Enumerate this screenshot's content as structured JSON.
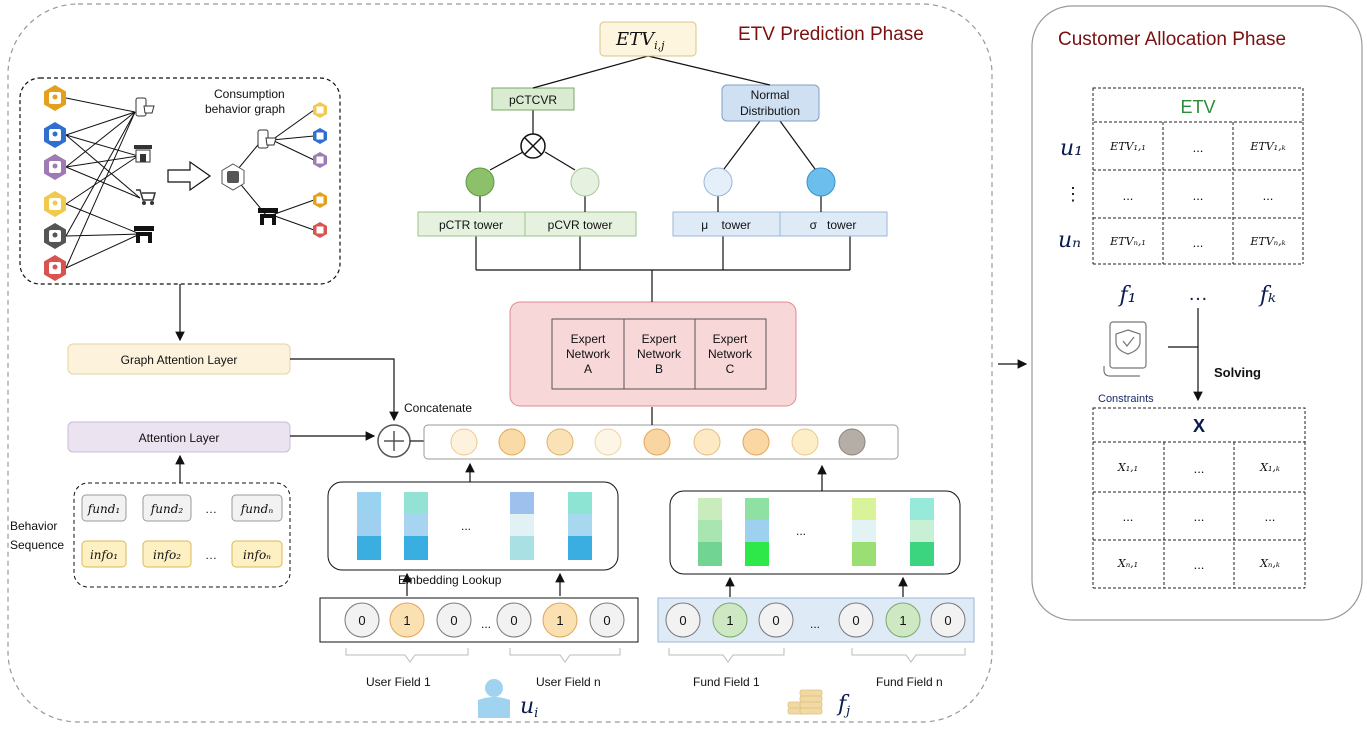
{
  "phases": {
    "etv_prediction": "ETV Prediction Phase",
    "customer_allocation": "Customer Allocation Phase"
  },
  "graph": {
    "title_line1": "Consumption",
    "title_line2": "behavior graph"
  },
  "layers": {
    "graph_attention": "Graph Attention Layer",
    "attention": "Attention Layer",
    "concatenate": "Concatenate"
  },
  "behavior": {
    "label_line1": "Behavior",
    "label_line2": "Sequence",
    "fund_row": [
      "fund₁",
      "fund₂",
      "…",
      "fundₙ"
    ],
    "info_row": [
      "info₁",
      "info₂",
      "…",
      "infoₙ"
    ]
  },
  "top": {
    "etv_label": "ETV",
    "etv_sub": "i,j",
    "pctcvr": "pCTCVR",
    "normal_line1": "Normal",
    "normal_line2": "Distribution",
    "towers": [
      "pCTR tower",
      "pCVR tower",
      "μ    tower",
      "σ   tower"
    ]
  },
  "experts": [
    {
      "l1": "Expert",
      "l2": "Network",
      "l3": "A"
    },
    {
      "l1": "Expert",
      "l2": "Network",
      "l3": "B"
    },
    {
      "l1": "Expert",
      "l2": "Network",
      "l3": "C"
    }
  ],
  "embedding": {
    "lookup_label": "Embedding Lookup",
    "ellipsis": "..."
  },
  "user_fields": {
    "values": [
      "0",
      "1",
      "0",
      "0",
      "1",
      "0"
    ],
    "ellipsis": "...",
    "label_first": "User Field 1",
    "label_last": "User Field n",
    "symbol": "u",
    "symbol_sub": "i"
  },
  "fund_fields": {
    "values": [
      "0",
      "1",
      "0",
      "0",
      "1",
      "0"
    ],
    "ellipsis": "...",
    "label_first": "Fund Field 1",
    "label_last": "Fund Field n",
    "symbol": "f",
    "symbol_sub": "j"
  },
  "etv_matrix": {
    "header": "ETV",
    "row_labels": [
      "u₁",
      "⋮",
      "uₙ"
    ],
    "cells": [
      [
        "ETV₁,₁",
        "...",
        "ETV₁,ₖ"
      ],
      [
        "...",
        "...",
        "..."
      ],
      [
        "ETVₙ,₁",
        "...",
        "ETVₙ,ₖ"
      ]
    ],
    "col_labels": [
      "f₁",
      "…",
      "fₖ"
    ]
  },
  "allocation": {
    "solving": "Solving",
    "constraints": "Constraints"
  },
  "x_matrix": {
    "header": "X",
    "cells": [
      [
        "X₁,₁",
        "...",
        "X₁,ₖ"
      ],
      [
        "...",
        "...",
        "..."
      ],
      [
        "Xₙ,₁",
        "...",
        "Xₙ,ₖ"
      ]
    ]
  },
  "colors": {
    "phase_title": "#7a1010",
    "etv_header": "#2e8b3a",
    "orange_node": "#f4c488",
    "green_node": "#a8d08d",
    "blue_node": "#7cc4ee",
    "expert_bg": "#f8d7d9"
  }
}
